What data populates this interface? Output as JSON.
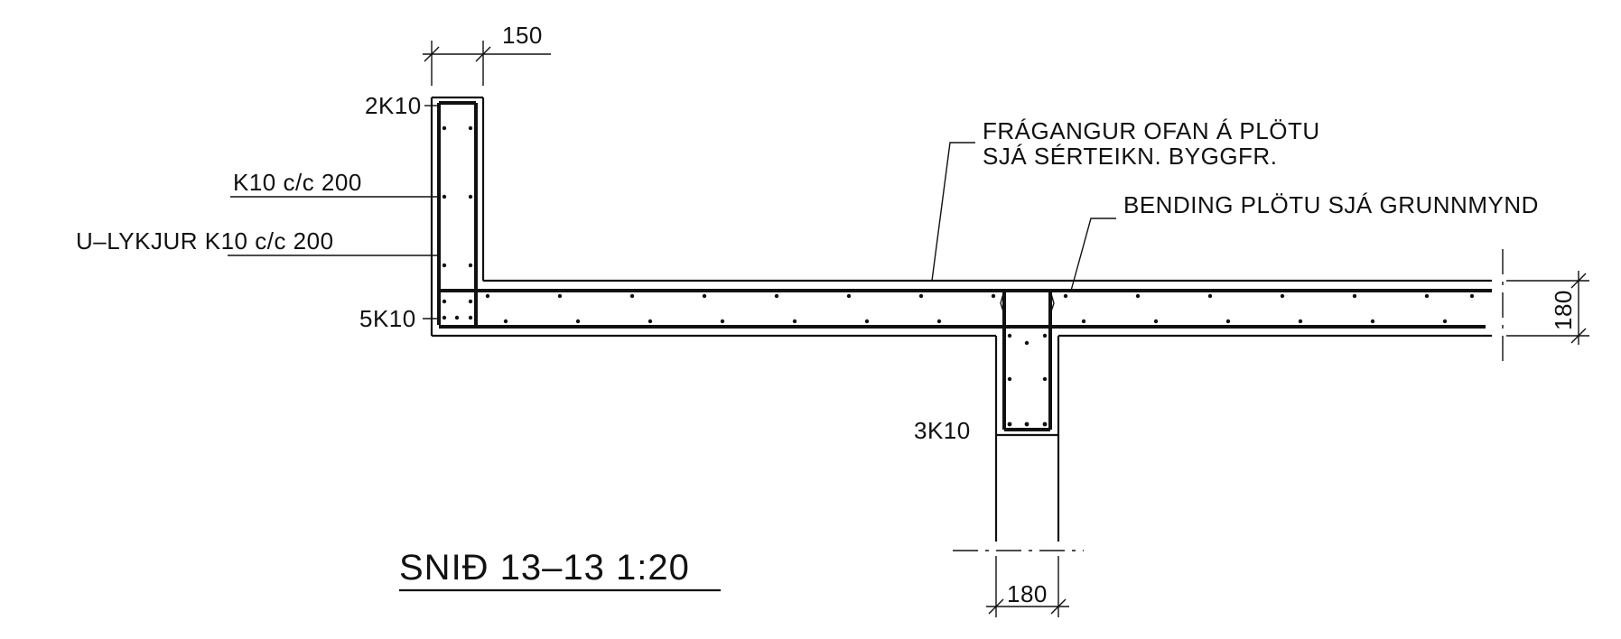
{
  "drawing": {
    "title": "SNIÐ 13–13 1:20",
    "labels": {
      "dim_wall_width": "150",
      "top_bars": "2K10",
      "horizontal_bars": "K10 c/c 200",
      "u_bars_prefix": "U–LYKJUR ",
      "u_bars_spec": "K10 c/c 200",
      "bottom_bars": "5K10",
      "finish_line1": "FRÁGANGUR OFAN Á PLÖTU",
      "finish_line2": "SJÁ SÉRTEIKN. BYGGFR.",
      "slab_reinforcement": "BENDING PLÖTU SJÁ GRUNNMYND",
      "dim_slab_thickness": "180",
      "beam_bars": "3K10",
      "dim_beam_width": "180"
    }
  }
}
